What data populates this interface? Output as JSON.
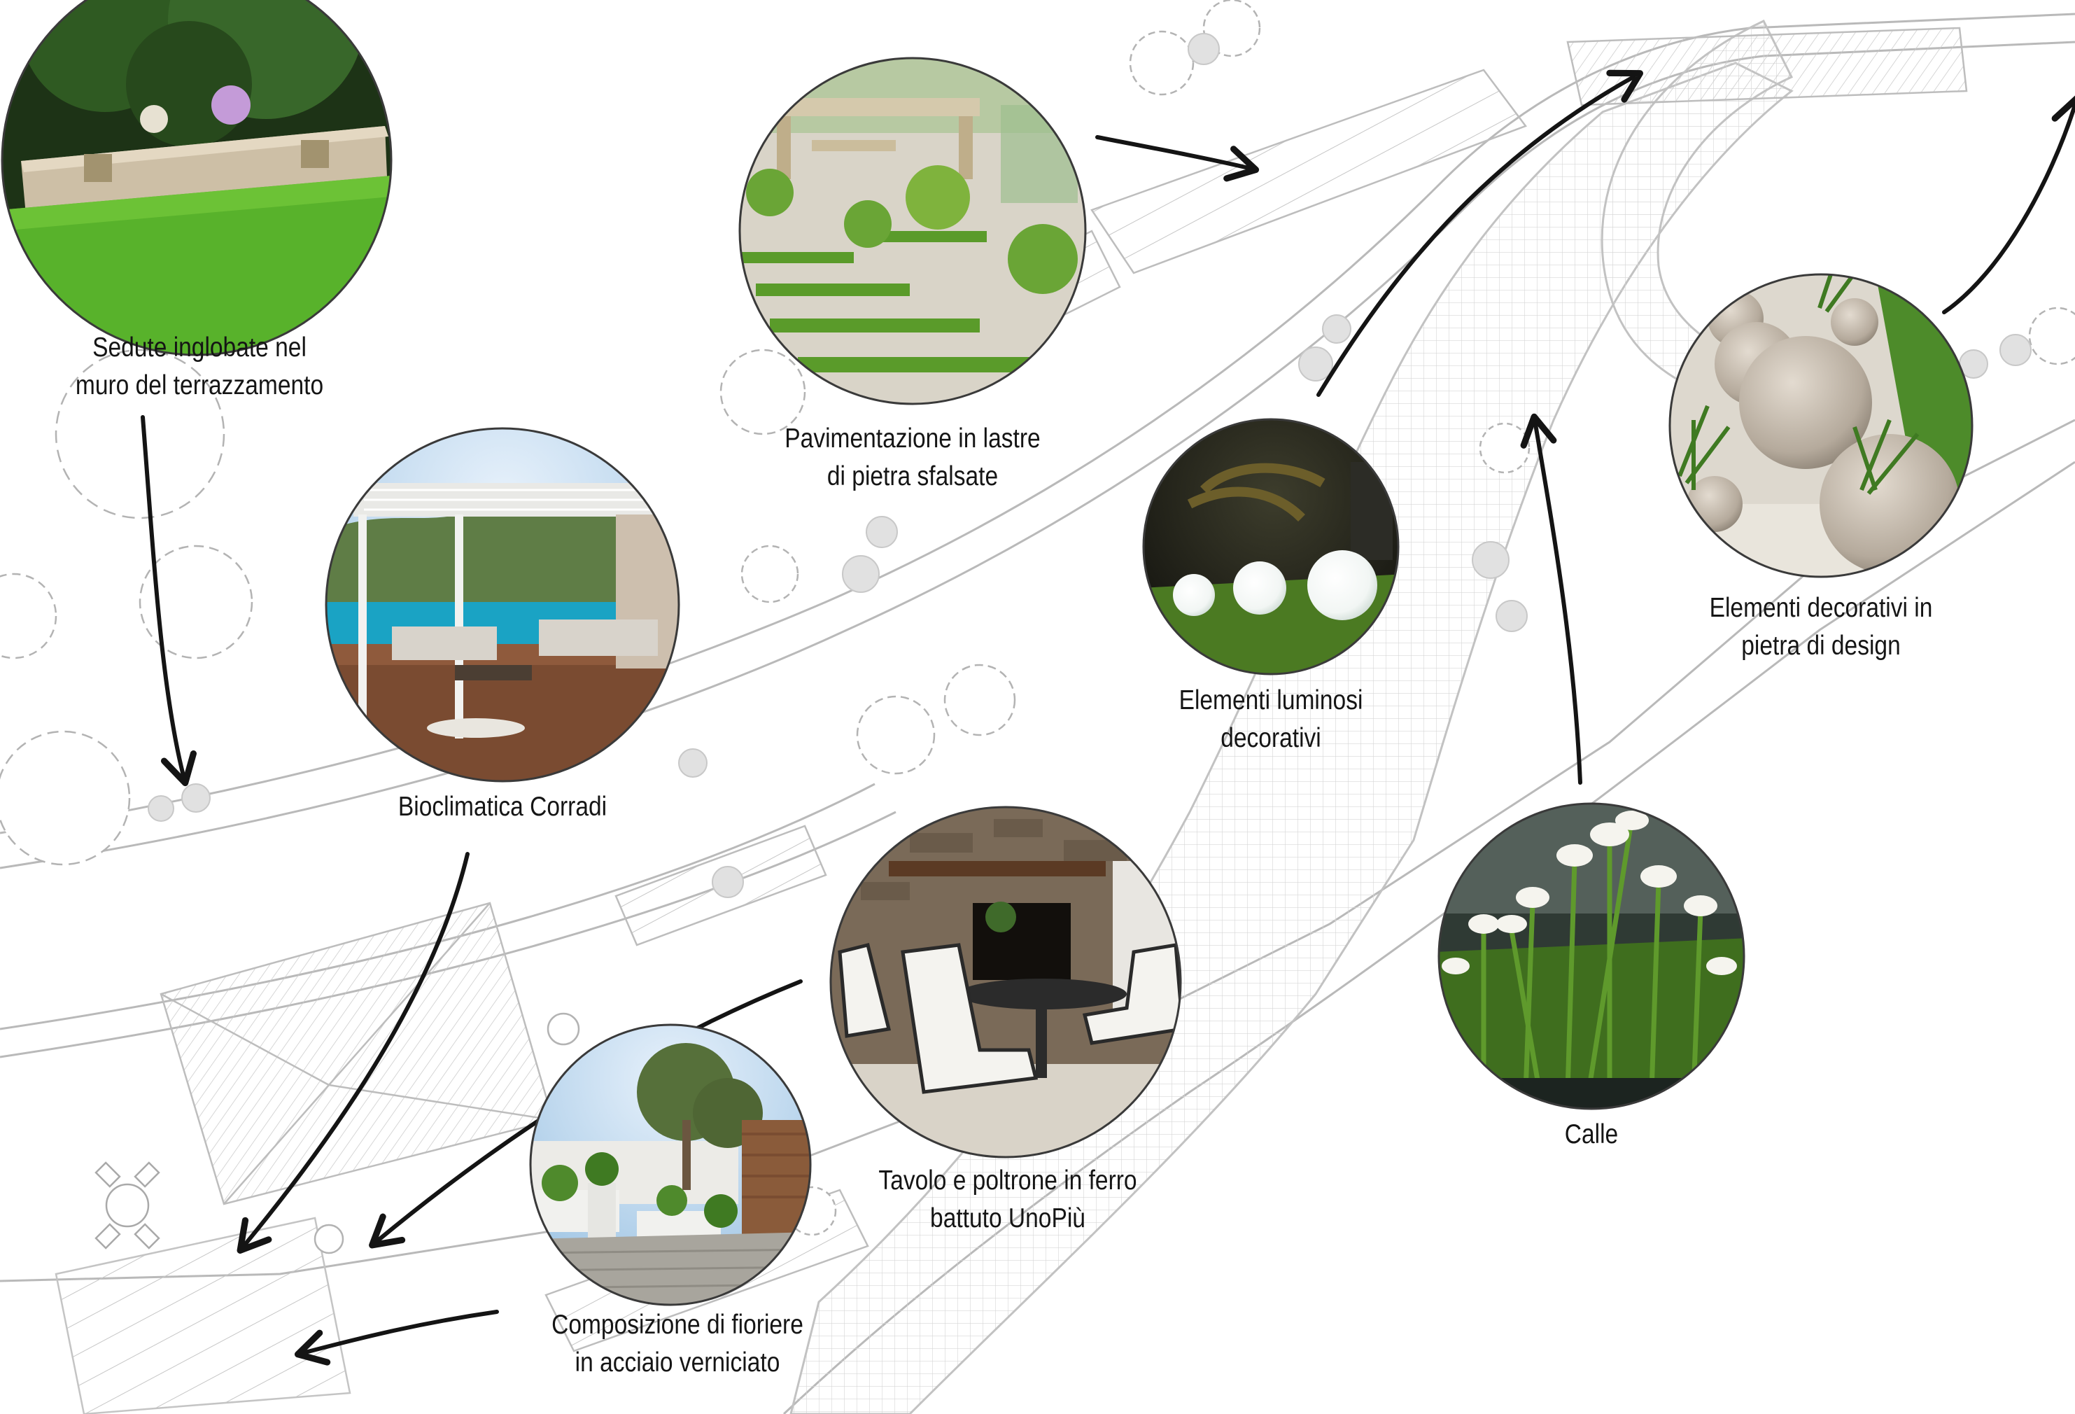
{
  "captions": {
    "sedute": [
      "Sedute inglobate nel",
      "muro del terrazzamento"
    ],
    "pavimentazione": [
      "Pavimentazione in lastre",
      "di pietra sfalsate"
    ],
    "bioclimatica": [
      "Bioclimatica Corradi"
    ],
    "luminosi": [
      "Elementi luminosi",
      "decorativi"
    ],
    "decorativi_pietra": [
      "Elementi decorativi in",
      "pietra di design"
    ],
    "calle": [
      "Calle"
    ],
    "tavolo": [
      "Tavolo e poltrone in ferro",
      "battuto UnoPiù"
    ],
    "fioriere": [
      "Composizione di fioriere",
      "in acciaio verniciato"
    ]
  },
  "colors": {
    "plan_line": "#b9b9b9",
    "plan_paving": "#ececec",
    "arrow": "#141414",
    "grass": "#5aa02c",
    "stone": "#cfc8bd"
  },
  "icons": [
    "tree-symbol-icon",
    "arrow-icon",
    "table-chairs-symbol-icon"
  ]
}
